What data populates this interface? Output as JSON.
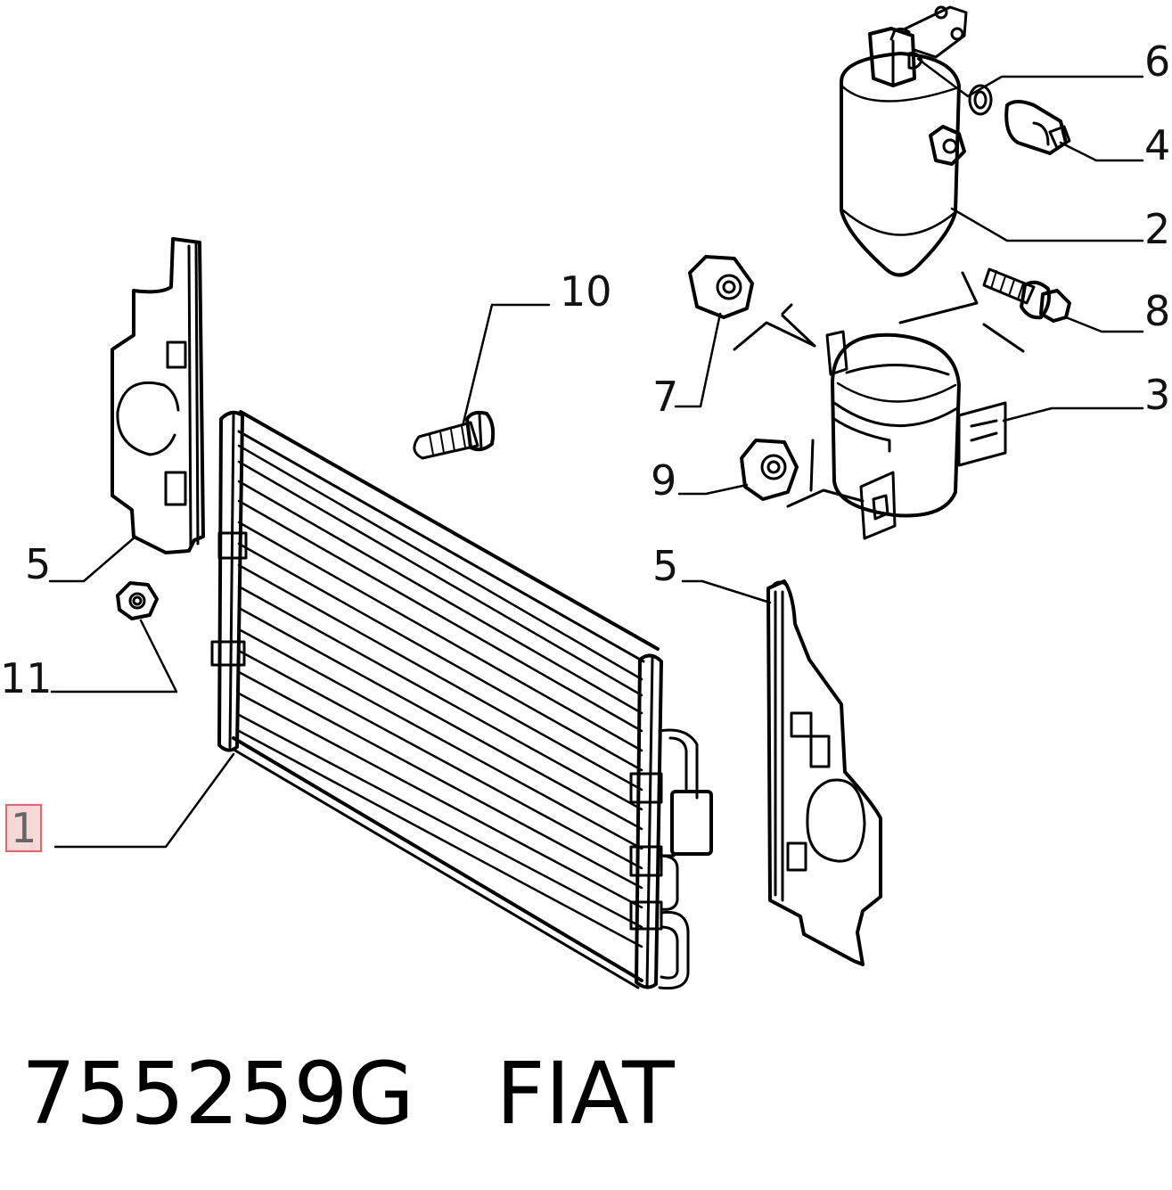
{
  "diagram": {
    "caption": {
      "part_number": "755259G",
      "brand": "FIAT"
    },
    "callouts": [
      {
        "id": "callout-6",
        "label": "6"
      },
      {
        "id": "callout-4",
        "label": "4"
      },
      {
        "id": "callout-2",
        "label": "2"
      },
      {
        "id": "callout-10",
        "label": "10"
      },
      {
        "id": "callout-8",
        "label": "8"
      },
      {
        "id": "callout-7",
        "label": "7"
      },
      {
        "id": "callout-3",
        "label": "3"
      },
      {
        "id": "callout-9",
        "label": "9"
      },
      {
        "id": "callout-5-left",
        "label": "5"
      },
      {
        "id": "callout-5-right",
        "label": "5"
      },
      {
        "id": "callout-11",
        "label": "11"
      },
      {
        "id": "callout-1",
        "label": "1",
        "selected": true
      }
    ],
    "highlight_color": "#e06a6a"
  }
}
